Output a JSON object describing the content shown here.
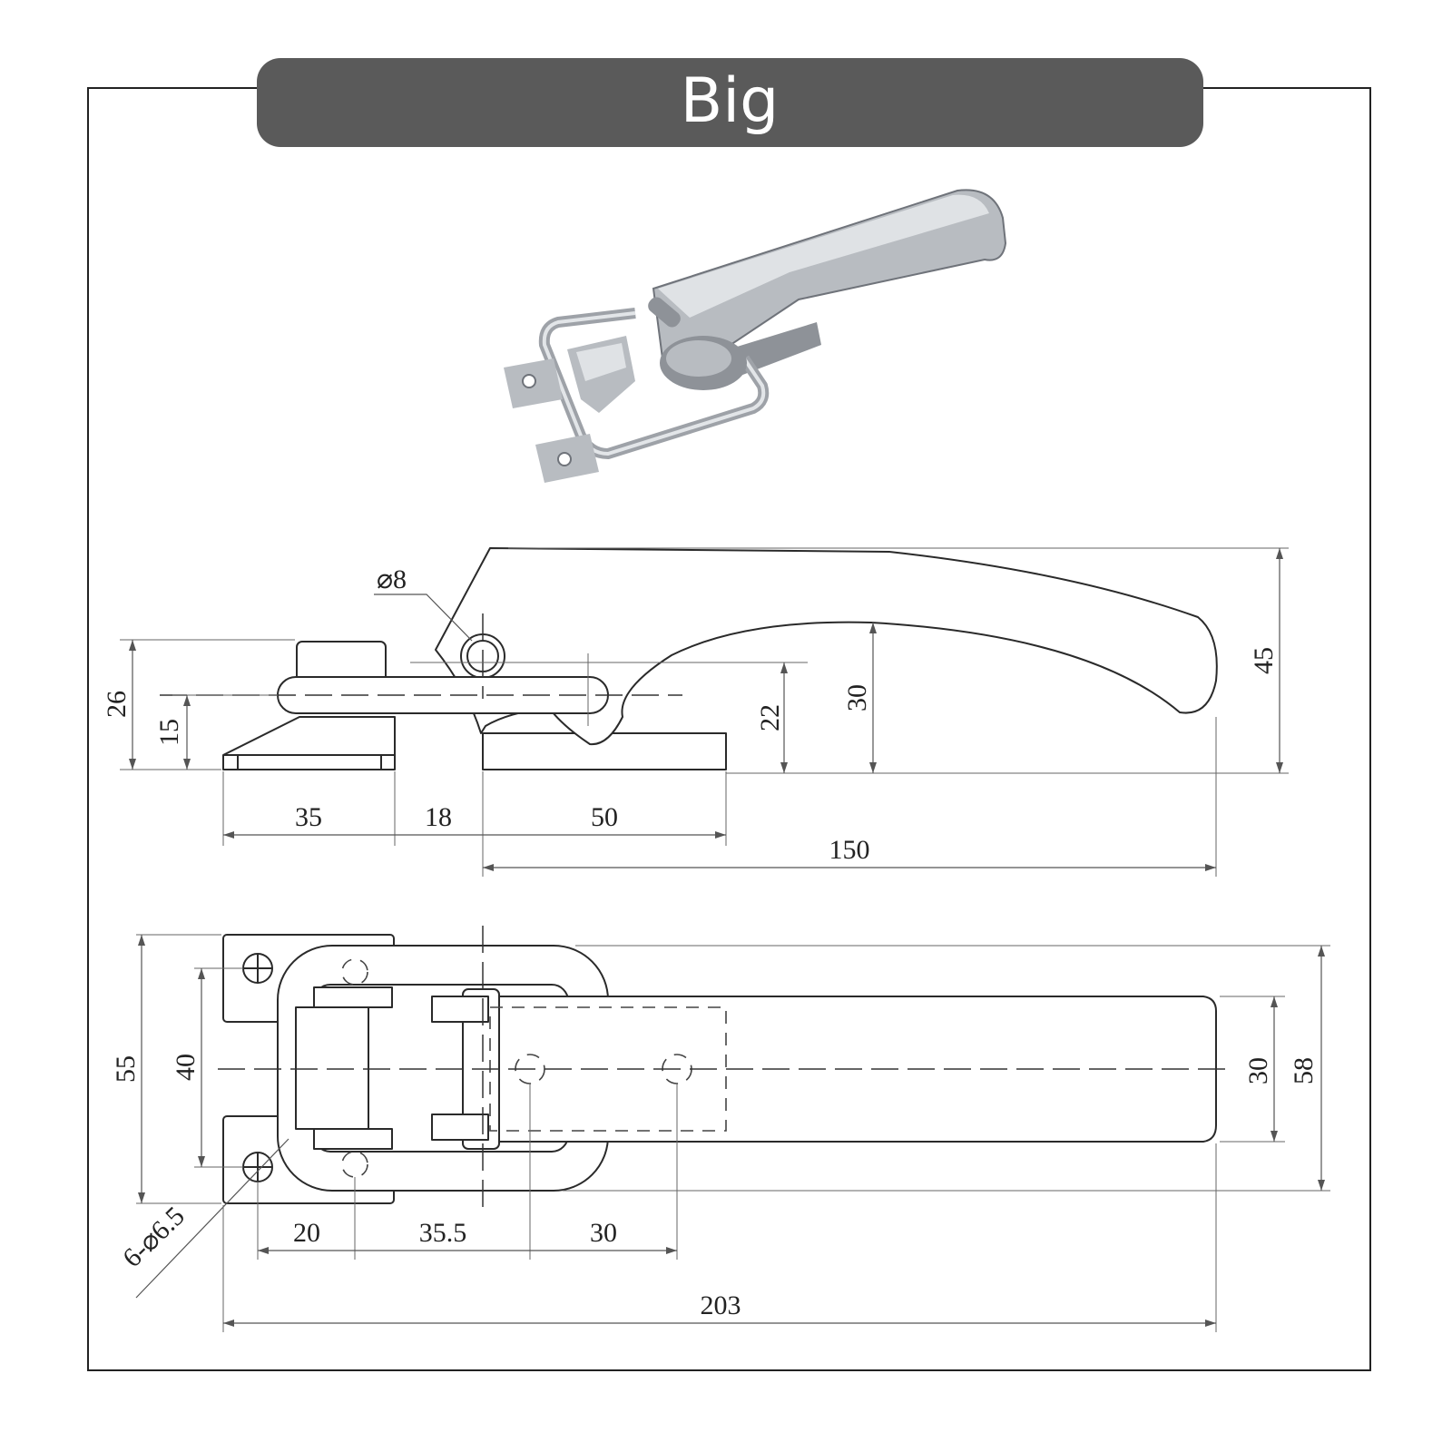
{
  "title": "Big",
  "dimensions": {
    "side_view": {
      "pin_diameter": "⌀8",
      "height_total": "26",
      "height_hook": "15",
      "length_hook": "35",
      "length_gap": "18",
      "length_base": "50",
      "length_handle": "150",
      "height_base_to_pivot": "22",
      "height_handle_underside": "30",
      "height_overall": "45"
    },
    "top_view": {
      "width_hook": "55",
      "hole_spacing_hook": "40",
      "hole_spec": "6-⌀6.5",
      "offset_first": "20",
      "offset_second": "35.5",
      "offset_third": "30",
      "length_overall": "203",
      "width_handle": "30",
      "width_overall": "58"
    }
  }
}
